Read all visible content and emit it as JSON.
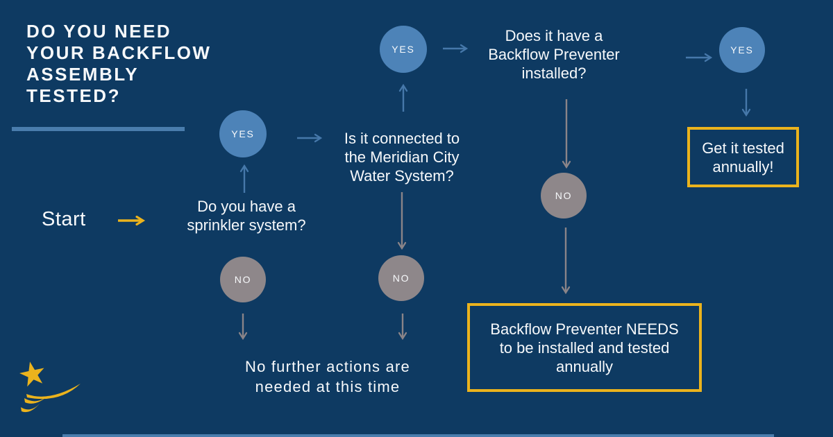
{
  "title": "DO YOU NEED\nYOUR BACKFLOW\nASSEMBLY\nTESTED?",
  "flow": {
    "start_label": "Start",
    "q_sprinkler": "Do you have a\nsprinkler system?",
    "q_connected": "Is it connected to\nthe Meridian City\nWater System?",
    "q_preventer": "Does it have a\nBackflow Preventer\ninstalled?",
    "yes_label": "YES",
    "no_label": "NO",
    "outcome_test": "Get it tested\nannually!",
    "outcome_install": "Backflow Preventer NEEDS\nto be installed and tested\nannually",
    "outcome_none": "No further actions are\nneeded at this time"
  },
  "icons": {
    "logo": "meridian-star-swoosh-logo",
    "start_arrow": "gold-right-arrow"
  },
  "colors": {
    "navy": "#0e3a62",
    "white": "#f7f9fb",
    "gold": "#ebb31d",
    "blue-circle": "#4d83b8",
    "blue-arrow": "#4678aa",
    "light-blue": "#4a7dad",
    "gray-circle": "#8e878a",
    "gray-arrow": "#8a8488"
  }
}
